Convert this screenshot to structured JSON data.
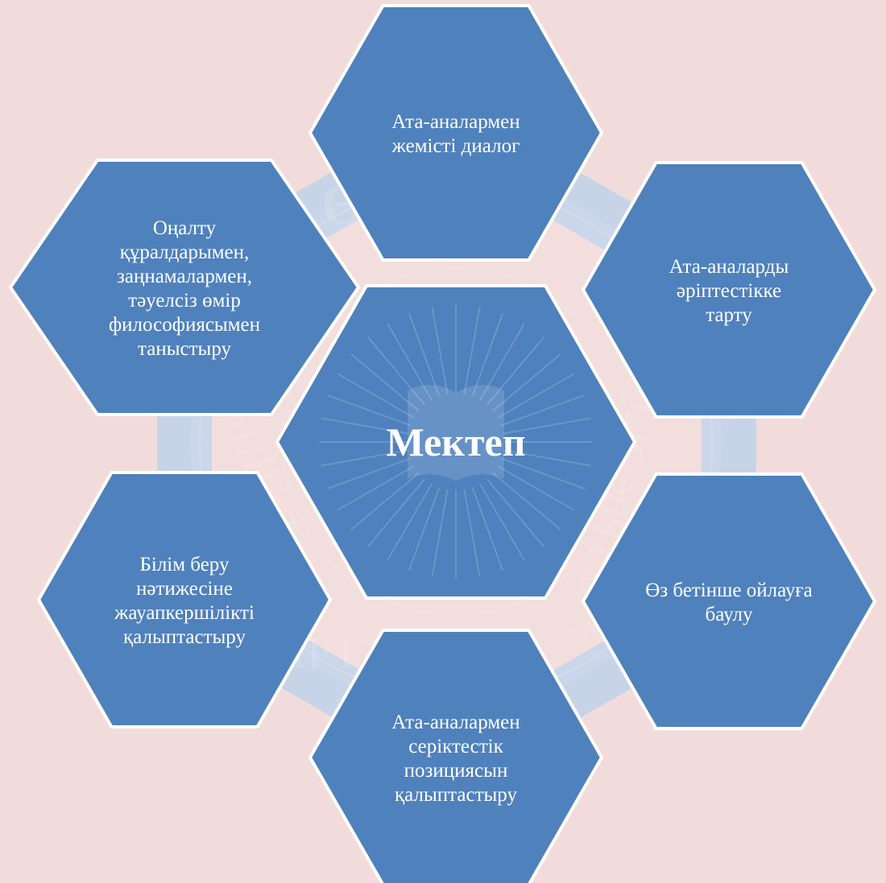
{
  "diagram": {
    "center": {
      "label": "Мектеп"
    },
    "nodes": [
      {
        "id": "top",
        "lines": [
          "Ата-аналармен",
          "жемісті диалог"
        ]
      },
      {
        "id": "upper-right",
        "lines": [
          "Ата-аналарды",
          "әріптестікке",
          "тарту"
        ]
      },
      {
        "id": "lower-right",
        "lines": [
          "Өз бетінше ойлауға",
          "баулу"
        ]
      },
      {
        "id": "bottom",
        "lines": [
          "Ата-аналармен",
          "серіктестік",
          "позициясын",
          "қалыптастыру"
        ]
      },
      {
        "id": "lower-left",
        "lines": [
          "Білім беру",
          "нәтижесіне",
          "жауапкершілікті",
          "қалыптастыру"
        ]
      },
      {
        "id": "upper-left",
        "lines": [
          "Оңалту",
          "құралдарымен,",
          "заңнамалармен,",
          "тәуелсіз өмір",
          "философиясымен",
          "таныстыру"
        ]
      }
    ]
  },
  "watermark": {
    "top_text": "ӨРЛЕУ",
    "ring_left": "БІЛІКТІ",
    "ring_bottom": "АРТТЫРУ",
    "ring_right": "ҰЛТТЫҚ ОРТАЛЫҒЫ"
  },
  "colors": {
    "background": "#f2dcdb",
    "hexagon_fill": "#4f81bd",
    "hexagon_stroke": "#ffffff",
    "connector": "#c7d4e8"
  }
}
